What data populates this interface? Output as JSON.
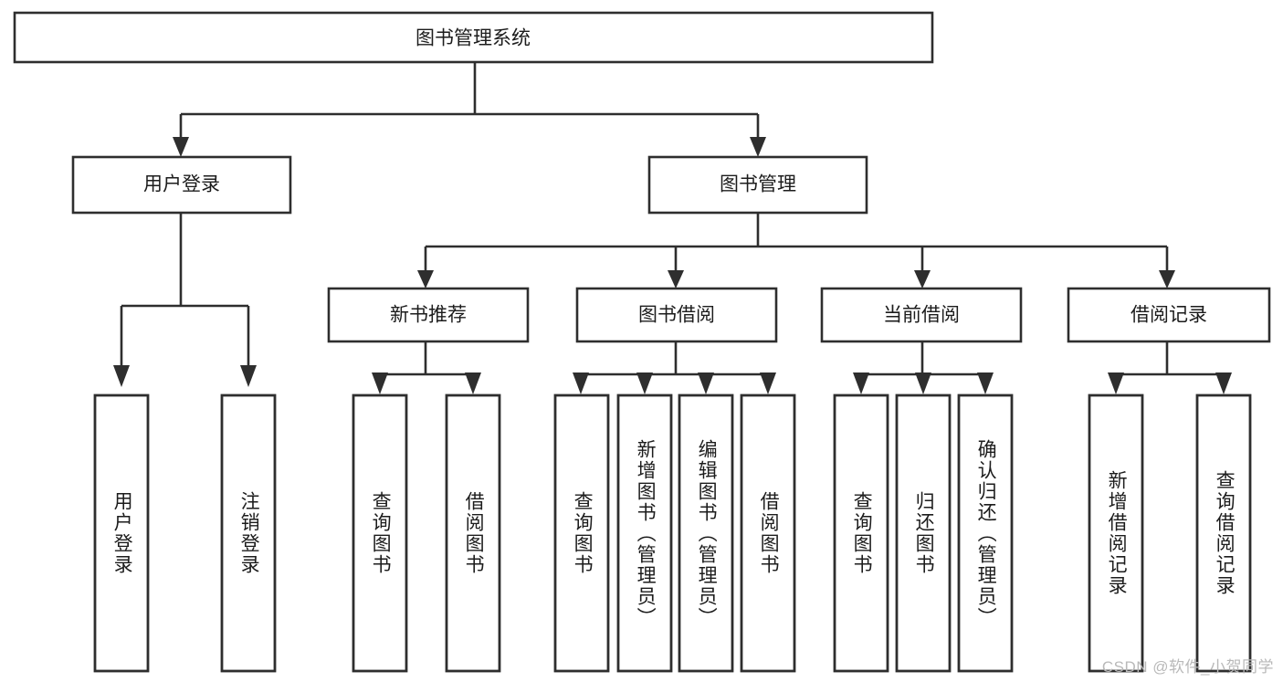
{
  "diagram": {
    "type": "hierarchy-tree",
    "title": "图书管理系统",
    "orientation": "top-down",
    "root": {
      "id": "root",
      "label": "图书管理系统",
      "level": 0
    },
    "level1": [
      {
        "id": "user-login",
        "label": "用户登录"
      },
      {
        "id": "book-management",
        "label": "图书管理"
      }
    ],
    "level2": [
      {
        "id": "new-book-recommend",
        "label": "新书推荐",
        "parent": "book-management"
      },
      {
        "id": "book-borrow",
        "label": "图书借阅",
        "parent": "book-management"
      },
      {
        "id": "current-borrow",
        "label": "当前借阅",
        "parent": "book-management"
      },
      {
        "id": "borrow-record",
        "label": "借阅记录",
        "parent": "book-management"
      }
    ],
    "leaves": {
      "user-login": [
        {
          "id": "leaf-user-login",
          "label": "用户登录"
        },
        {
          "id": "leaf-user-logout",
          "label": "注销登录"
        }
      ],
      "new-book-recommend": [
        {
          "id": "leaf-query-book-1",
          "label": "查询图书"
        },
        {
          "id": "leaf-borrow-book-1",
          "label": "借阅图书"
        }
      ],
      "book-borrow": [
        {
          "id": "leaf-query-book-2",
          "label": "查询图书"
        },
        {
          "id": "leaf-add-book",
          "label": "新增图书（管理员）"
        },
        {
          "id": "leaf-edit-book",
          "label": "编辑图书（管理员）"
        },
        {
          "id": "leaf-borrow-book-2",
          "label": "借阅图书"
        }
      ],
      "current-borrow": [
        {
          "id": "leaf-query-book-3",
          "label": "查询图书"
        },
        {
          "id": "leaf-return-book",
          "label": "归还图书"
        },
        {
          "id": "leaf-confirm-return",
          "label": "确认归还（管理员）"
        }
      ],
      "borrow-record": [
        {
          "id": "leaf-add-record",
          "label": "新增借阅记录"
        },
        {
          "id": "leaf-query-record",
          "label": "查询借阅记录"
        }
      ]
    }
  },
  "watermark": {
    "text": "CSDN @软件_小贺同学"
  },
  "colors": {
    "background": "#ffffff",
    "box_fill": "#ffffff",
    "box_stroke": "#2e2e2e",
    "text": "#1c1c1c",
    "watermark": "#b9b9b9"
  }
}
